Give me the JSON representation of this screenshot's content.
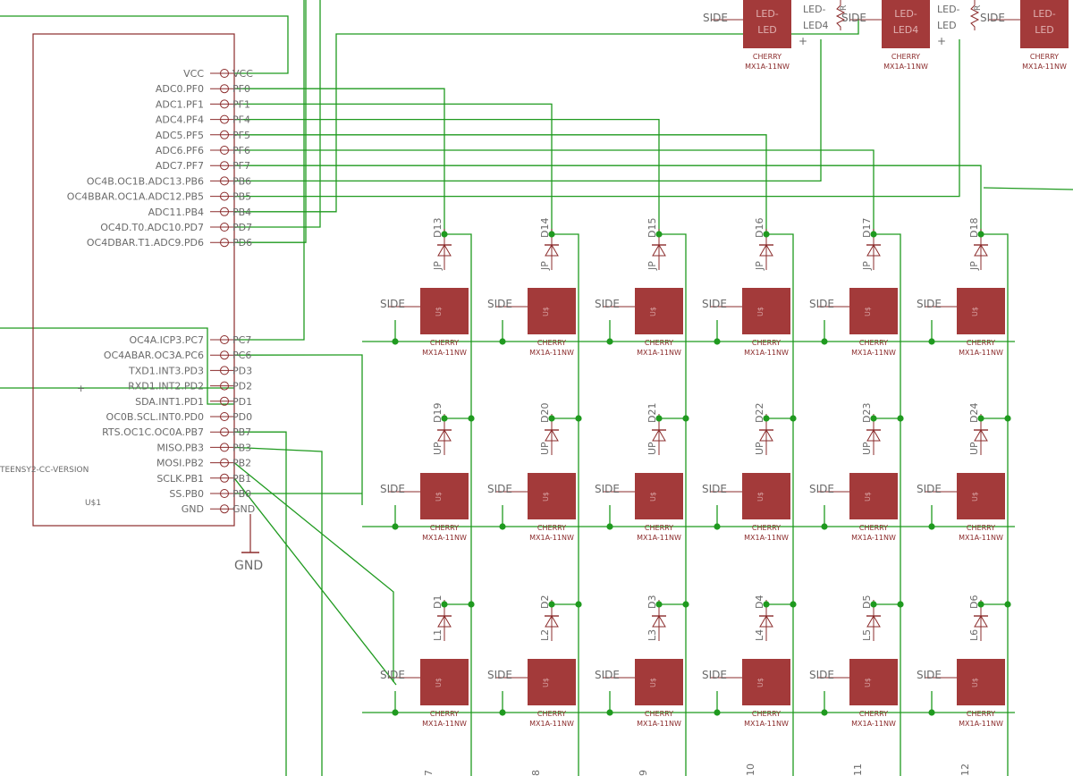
{
  "colors": {
    "wire": "#1f9a1f",
    "symbol": "#8b2c2c",
    "switch_fill": "#a33a3a",
    "text": "#6a6a6a",
    "part_text": "#8b2c2c"
  },
  "mcu": {
    "name_label": "TEENSY2-CC-VERSION",
    "ref_label": "U$1",
    "left_pins": [
      "VCC",
      "ADC0.PF0",
      "ADC1.PF1",
      "ADC4.PF4",
      "ADC5.PF5",
      "ADC6.PF6",
      "ADC7.PF7",
      "OC4B.OC1B.ADC13.PB6",
      "OC4BBAR.OC1A.ADC12.PB5",
      "ADC11.PB4",
      "OC4D.T0.ADC10.PD7",
      "OC4DBAR.T1.ADC9.PD6",
      "OC4A.ICP3.PC7",
      "OC4ABAR.OC3A.PC6",
      "TXD1.INT3.PD3",
      "RXD1.INT2.PD2",
      "SDA.INT1.PD1",
      "OC0B.SCL.INT0.PD0",
      "RTS.OC1C.OC0A.PB7",
      "MISO.PB3",
      "MOSI.PB2",
      "SCLK.PB1",
      "SS.PB0",
      "GND"
    ],
    "right_pins": [
      "VCC",
      "PF0",
      "PF1",
      "PF4",
      "PF5",
      "PF6",
      "PF7",
      "PB6",
      "PB5",
      "PB4",
      "PD7",
      "PD6",
      "PC7",
      "PC6",
      "PD3",
      "PD2",
      "PD1",
      "PD0",
      "PB7",
      "PB3",
      "PB2",
      "PB1",
      "PB0",
      "GND"
    ],
    "gnd_symbol_label": "GND"
  },
  "switches": {
    "side_label": "SIDE",
    "part_name": "CHERRY",
    "part_value": "MX1A-11NW",
    "rows": [
      {
        "diodes": [
          "D13",
          "D14",
          "D15",
          "D16",
          "D17",
          "D18"
        ],
        "refs": [
          "JP",
          "JP",
          "JP",
          "JP",
          "JP",
          "JP"
        ]
      },
      {
        "diodes": [
          "D19",
          "D20",
          "D21",
          "D22",
          "D23",
          "D24"
        ],
        "refs": [
          "UP",
          "UP",
          "UP",
          "UP",
          "UP",
          "UP"
        ]
      },
      {
        "diodes": [
          "D1",
          "D2",
          "D3",
          "D4",
          "D5",
          "D6"
        ],
        "refs": [
          "L1",
          "L2",
          "L3",
          "L4",
          "L5",
          "L6"
        ]
      }
    ],
    "bottom_partial_labels": [
      "7",
      "8",
      "9",
      "10",
      "11",
      "12"
    ]
  },
  "leds": {
    "top_row": [
      {
        "label": "LED-",
        "label2": "LED"
      },
      {
        "label": "LED-",
        "label2": "LED4"
      },
      {
        "label": "LED-",
        "label2": "LED"
      }
    ],
    "side_label": "SIDE",
    "part_name": "CHERRY",
    "part_value": "MX1A-11NW",
    "mid_labels": [
      "LED-",
      "LED4",
      "LED-",
      "LED"
    ]
  }
}
